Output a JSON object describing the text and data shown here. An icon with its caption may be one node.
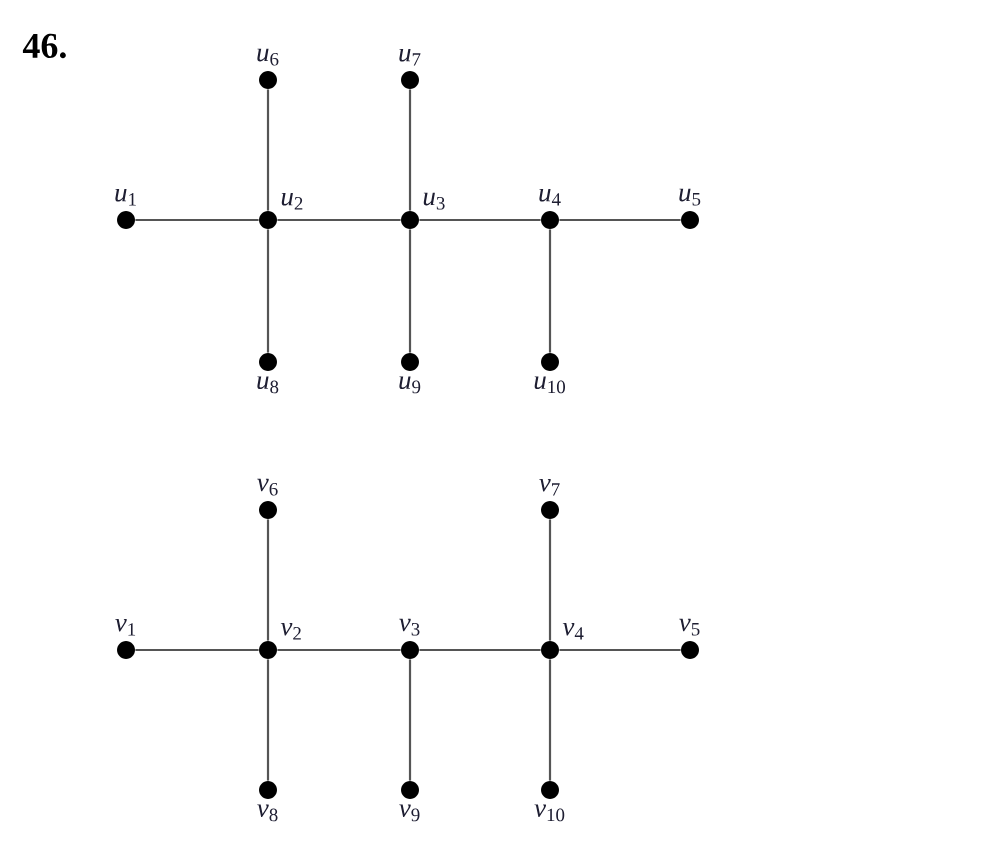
{
  "diagram": {
    "nodes": [
      {
        "text": [],
        "shape": "circle",
        "beside": [
          "*u*$_{1}$"
        ]
      },
      {
        "text": [],
        "shape": "circle",
        "beside": [
          "*u*$_{2}$"
        ]
      },
      {
        "text": [],
        "shape": "circle",
        "beside": [
          "*u*$_{3}$"
        ]
      },
      {
        "text": [],
        "shape": "circle",
        "beside": [
          "*u*$_{4}$"
        ]
      },
      {
        "text": [],
        "shape": "circle",
        "beside": [
          "*u*$_{5}$"
        ]
      },
      {
        "text": [],
        "shape": "circle",
        "beside": [
          "*u*$_{6}$"
        ]
      },
      {
        "text": [],
        "shape": "circle",
        "beside": [
          "*u*$_{7}$"
        ]
      },
      {
        "text": [],
        "shape": "circle",
        "beside": [
          "*u*$_{8}$"
        ]
      },
      {
        "text": [],
        "shape": "circle",
        "beside": [
          "*u*$_{9}$"
        ]
      },
      {
        "text": [],
        "shape": "circle",
        "beside": [
          "*u*$_{10}$"
        ]
      },
      {
        "text": [],
        "shape": "circle",
        "beside": [
          "*v*$_{1}$"
        ]
      },
      {
        "text": [],
        "shape": "circle",
        "beside": [
          "*v*$_{2}$"
        ]
      },
      {
        "text": [],
        "shape": "circle",
        "beside": [
          "*v*$_{3}$"
        ]
      },
      {
        "text": [],
        "shape": "circle",
        "beside": [
          "*v*$_{4}$"
        ]
      },
      {
        "text": [],
        "shape": "circle",
        "beside": [
          "*v*$_{5}$"
        ]
      },
      {
        "text": [],
        "shape": "circle",
        "beside": [
          "*v*$_{6}$"
        ]
      },
      {
        "text": [],
        "shape": "circle",
        "beside": [
          "*v*$_{7}$"
        ]
      },
      {
        "text": [],
        "shape": "circle",
        "beside": [
          "*v*$_{8}$"
        ]
      },
      {
        "text": [],
        "shape": "circle",
        "beside": [
          "*v*$_{9}$"
        ]
      },
      {
        "text": [],
        "shape": "circle",
        "beside": [
          "*v*$_{10}$"
        ]
      }
    ],
    "edges": [
      {
        "from": 0,
        "to": 1,
        "arrow": "none"
      },
      {
        "from": 1,
        "to": 2,
        "arrow": "none"
      },
      {
        "from": 2,
        "to": 3,
        "arrow": "none"
      },
      {
        "from": 3,
        "to": 4,
        "arrow": "none"
      },
      {
        "from": 5,
        "to": 1,
        "arrow": "none"
      },
      {
        "from": 1,
        "to": 7,
        "arrow": "none"
      },
      {
        "from": 6,
        "to": 2,
        "arrow": "none"
      },
      {
        "from": 2,
        "to": 8,
        "arrow": "none"
      },
      {
        "from": 3,
        "to": 9,
        "arrow": "none"
      },
      {
        "from": 10,
        "to": 11,
        "arrow": "none"
      },
      {
        "from": 11,
        "to": 12,
        "arrow": "none"
      },
      {
        "from": 12,
        "to": 13,
        "arrow": "none"
      },
      {
        "from": 13,
        "to": 14,
        "arrow": "none"
      },
      {
        "from": 15,
        "to": 11,
        "arrow": "none"
      },
      {
        "from": 11,
        "to": 17,
        "arrow": "none"
      },
      {
        "from": 12,
        "to": 18,
        "arrow": "none"
      },
      {
        "from": 16,
        "to": 13,
        "arrow": "none"
      },
      {
        "from": 13,
        "to": 19,
        "arrow": "none"
      }
    ],
    "labels": [
      "46."
    ]
  }
}
